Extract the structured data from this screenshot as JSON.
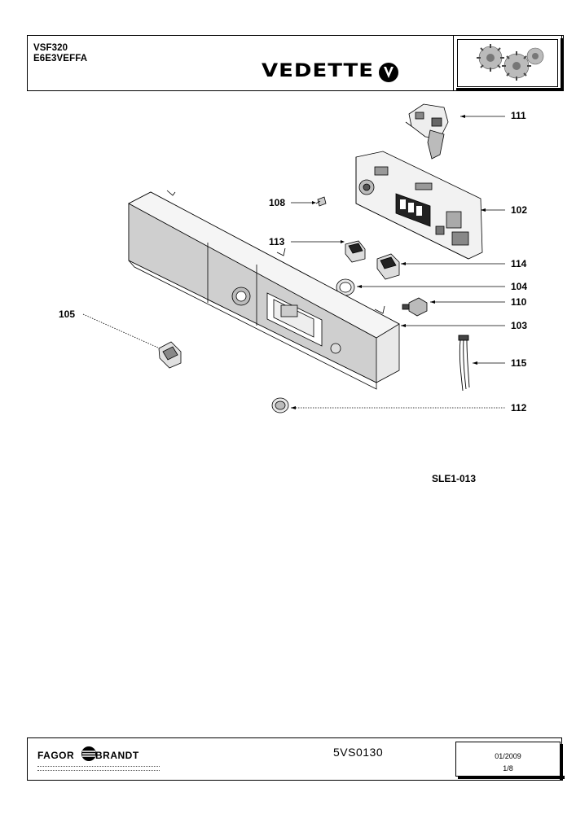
{
  "header": {
    "model_line1": "VSF320",
    "model_line2": "E6E3VEFFA",
    "brand": "VEDETTE"
  },
  "callouts": {
    "c111": "111",
    "c102": "102",
    "c108": "108",
    "c113": "113",
    "c114": "114",
    "c104": "104",
    "c110": "110",
    "c105": "105",
    "c103": "103",
    "c115": "115",
    "c112": "112"
  },
  "sheet_code": "SLE1-013",
  "footer": {
    "manufacturer": "FAGOR BRANDT",
    "doc_code": "5VS0130",
    "date": "01/2009",
    "page": "1/8"
  }
}
